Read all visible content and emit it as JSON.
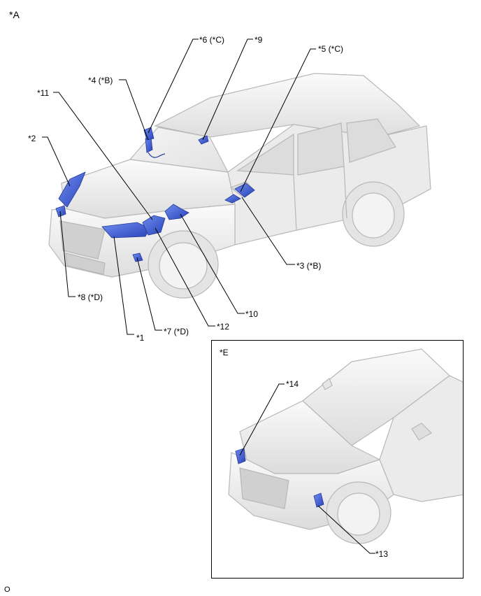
{
  "view_label": "*A",
  "inset_label": "*E",
  "figure_code": "O",
  "callouts": {
    "c1": "*1",
    "c2": "*2",
    "c3": "*3 (*B)",
    "c4": "*4 (*B)",
    "c5": "*5 (*C)",
    "c6": "*6 (*C)",
    "c7": "*7 (*D)",
    "c8": "*8 (*D)",
    "c9": "*9",
    "c10": "*10",
    "c11": "*11",
    "c12": "*12",
    "c13": "*13",
    "c14": "*14"
  },
  "colors": {
    "vehicle_body": "#f1f1f1",
    "vehicle_shade": "#d6d6d6",
    "vehicle_outline": "#b5b5b5",
    "component_highlight": "#3b5fd6",
    "component_dark": "#23399a",
    "leader_line": "#000000"
  }
}
